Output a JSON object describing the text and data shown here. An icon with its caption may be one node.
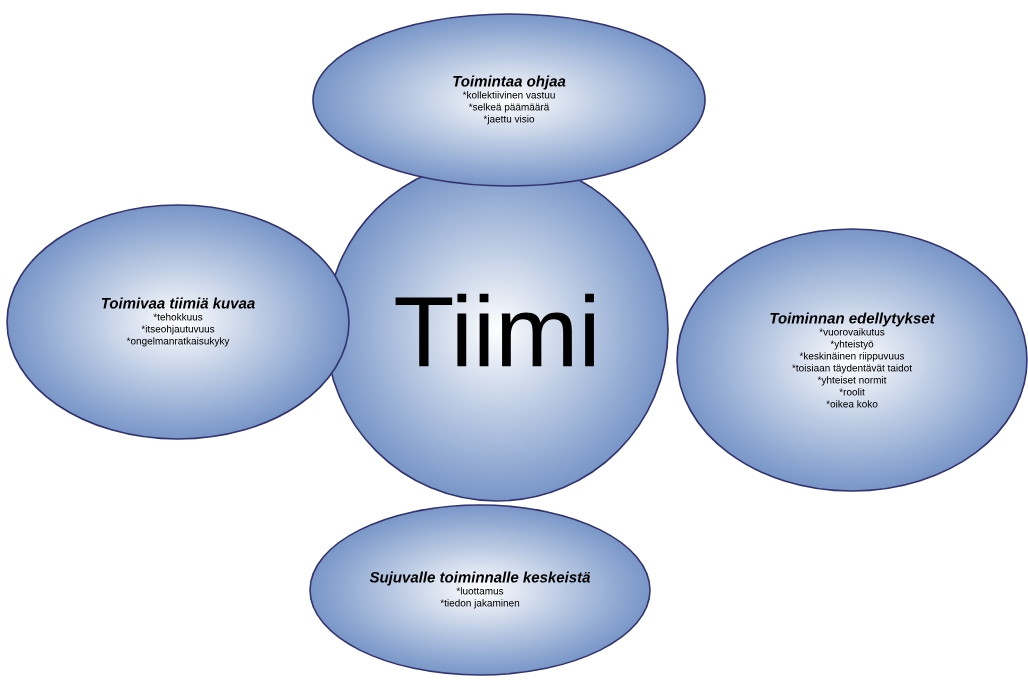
{
  "diagram": {
    "nodes": [
      {
        "text": [
          "Toimintaa ohjaa",
          "*kollektiivinen vastuu",
          "*selkeä päämäärä",
          "*jaettu visio"
        ]
      },
      {
        "text": [
          "Toimivaa tiimiä kuvaa",
          "*tehokkuus",
          "*itseohjautuvuus",
          "*ongelmanratkaisukyky"
        ]
      },
      {
        "text": [
          "Tiimi"
        ]
      },
      {
        "text": [
          "Toiminnan edellytykset",
          "*vuorovaikutus",
          "*yhteistyö",
          "*keskinäinen riippuvuus",
          "*toisiaan täydentävät taidot",
          "*yhteiset normit",
          "*roolit",
          "*oikea koko"
        ]
      },
      {
        "text": [
          "Sujuvalle toiminnalle keskeistä",
          "*luottamus",
          "*tiedon jakaminen"
        ]
      }
    ]
  }
}
